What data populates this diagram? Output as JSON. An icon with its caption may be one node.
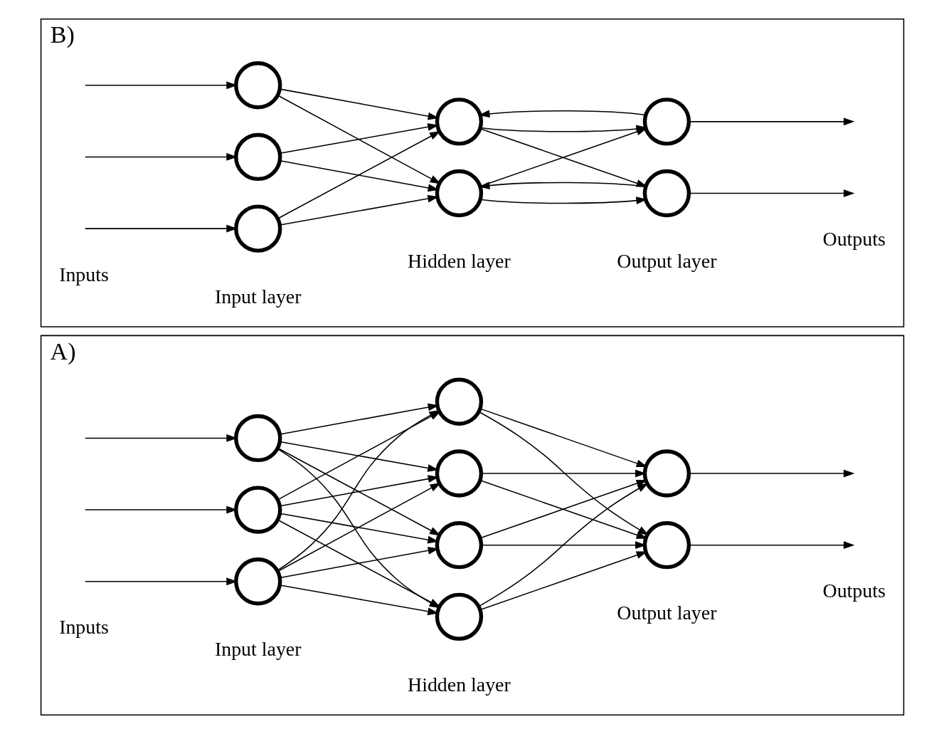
{
  "diagram": {
    "nodes": [
      {
        "text": [
          "A)"
        ]
      },
      {
        "text": [],
        "shape": "circle",
        "in": 0
      },
      {
        "text": [],
        "shape": "circle",
        "in": 0
      },
      {
        "text": [],
        "shape": "circle",
        "in": 0
      },
      {
        "text": [],
        "shape": "circle",
        "in": 0
      },
      {
        "text": [],
        "shape": "circle",
        "in": 0
      },
      {
        "text": [],
        "shape": "circle",
        "in": 0
      },
      {
        "text": [],
        "shape": "circle",
        "in": 0
      },
      {
        "text": [],
        "shape": "circle",
        "in": 0
      },
      {
        "text": [],
        "shape": "circle",
        "in": 0
      },
      {
        "text": [
          "B)"
        ]
      },
      {
        "text": [],
        "shape": "circle",
        "in": 10
      },
      {
        "text": [],
        "shape": "circle",
        "in": 10
      },
      {
        "text": [],
        "shape": "circle",
        "in": 10
      },
      {
        "text": [],
        "shape": "circle",
        "in": 10
      },
      {
        "text": [],
        "shape": "circle",
        "in": 10
      },
      {
        "text": [],
        "shape": "circle",
        "in": 10
      },
      {
        "text": [],
        "shape": "circle",
        "in": 10
      }
    ],
    "edges": [
      {
        "from": null,
        "to": 1,
        "arrow": "to"
      },
      {
        "from": null,
        "to": 2,
        "arrow": "to"
      },
      {
        "from": null,
        "to": 3,
        "arrow": "to"
      },
      {
        "from": 1,
        "to": 4,
        "arrow": "to"
      },
      {
        "from": 1,
        "to": 5,
        "arrow": "to"
      },
      {
        "from": 1,
        "to": 6,
        "arrow": "to"
      },
      {
        "from": 1,
        "to": 7,
        "arrow": "to"
      },
      {
        "from": 2,
        "to": 4,
        "arrow": "to"
      },
      {
        "from": 2,
        "to": 5,
        "arrow": "to"
      },
      {
        "from": 2,
        "to": 6,
        "arrow": "to"
      },
      {
        "from": 2,
        "to": 7,
        "arrow": "to"
      },
      {
        "from": 3,
        "to": 4,
        "arrow": "to"
      },
      {
        "from": 3,
        "to": 5,
        "arrow": "to"
      },
      {
        "from": 3,
        "to": 6,
        "arrow": "to"
      },
      {
        "from": 3,
        "to": 7,
        "arrow": "to"
      },
      {
        "from": 4,
        "to": 8,
        "arrow": "to"
      },
      {
        "from": 4,
        "to": 9,
        "arrow": "to"
      },
      {
        "from": 5,
        "to": 8,
        "arrow": "to"
      },
      {
        "from": 5,
        "to": 9,
        "arrow": "to"
      },
      {
        "from": 6,
        "to": 8,
        "arrow": "to"
      },
      {
        "from": 6,
        "to": 9,
        "arrow": "to"
      },
      {
        "from": 7,
        "to": 8,
        "arrow": "to"
      },
      {
        "from": 7,
        "to": 9,
        "arrow": "to"
      },
      {
        "from": 8,
        "to": null,
        "arrow": "to"
      },
      {
        "from": 9,
        "to": null,
        "arrow": "to"
      },
      {
        "from": null,
        "to": 11,
        "arrow": "to"
      },
      {
        "from": null,
        "to": 12,
        "arrow": "to"
      },
      {
        "from": null,
        "to": 13,
        "arrow": "to"
      },
      {
        "from": 11,
        "to": 14,
        "arrow": "to"
      },
      {
        "from": 11,
        "to": 15,
        "arrow": "to"
      },
      {
        "from": 12,
        "to": 14,
        "arrow": "to"
      },
      {
        "from": 12,
        "to": 15,
        "arrow": "to"
      },
      {
        "from": 13,
        "to": 14,
        "arrow": "to"
      },
      {
        "from": 13,
        "to": 15,
        "arrow": "to"
      },
      {
        "from": 14,
        "to": 16,
        "arrow": "to"
      },
      {
        "from": 14,
        "to": 17,
        "arrow": "to"
      },
      {
        "from": 15,
        "to": 16,
        "arrow": "to"
      },
      {
        "from": 15,
        "to": 17,
        "arrow": "to"
      },
      {
        "from": 16,
        "to": 14,
        "arrow": "to"
      },
      {
        "from": 17,
        "to": 15,
        "arrow": "to"
      },
      {
        "from": 16,
        "to": null,
        "arrow": "to"
      },
      {
        "from": 17,
        "to": null,
        "arrow": "to"
      }
    ],
    "labels": [
      "Hidden layer",
      "Input layer",
      "Output layer",
      "Inputs",
      "Outputs",
      "Input layer",
      "Hidden layer",
      "Output layer",
      "Inputs",
      "Outputs"
    ]
  }
}
